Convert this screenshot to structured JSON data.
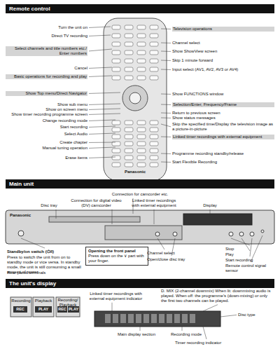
{
  "diagram": {
    "nodes": [
      {
        "text": [
          "Remote control"
        ]
      },
      {
        "text": [
          "Main unit"
        ]
      },
      {
        "text": [
          "Opening the front panel",
          "Press down on the ∨ part with your finger."
        ]
      },
      {
        "text": [
          "The unit's display"
        ]
      }
    ],
    "labels": [
      "Turn the unit on",
      "Direct TV recording",
      "Select channels and title numbers etc./ Enter numbers",
      "Cancel",
      "Basic operations for recording and play",
      "Show Top menu/Direct Navigator",
      "Show sub menu",
      "Show on screen menu",
      "Show timer recording programme screen",
      "Change recording mode",
      "Start recording",
      "Select Audio",
      "Create chapter",
      "Manual tuning operation",
      "Erase items",
      "Television operations",
      "Channel select",
      "Show ShowView screen",
      "Skip 1 minute forward",
      "Input select (AV1, AV2, AV3 or AV4)",
      "Show FUNCTIONS window",
      "Selection/Enter, Frequency/Frame",
      "Return to previous screen",
      "Show status messages",
      "Skip the specified time/Display the television image as a picture-in-picture",
      "Linked timer recordings with external equipment",
      "Programme recording standby/release",
      "Start Flexible Recording",
      "Panasonic",
      "Connection for camcorder etc.",
      "Disc tray",
      "Connection for digital video (DV) camcorder",
      "Linked timer recordings with external equipment",
      "Display",
      "Panasonic",
      "Standby/on switch (⏻/I)",
      "Press to switch the unit from on to standby mode or vice versa. In standby mode, the unit is still consuming a small amount of power.",
      "Rear panel terminals",
      "Channel select",
      "Open/close disc tray",
      "Stop",
      "Play",
      "Start recording",
      "Remote control signal sensor",
      "Recording",
      "Playback",
      "Recording/ Playback",
      "REC",
      "PLAY",
      "REC",
      "PLAY",
      "Linked timer recordings with external equipment indicator",
      "D. MIX (2-channel downmix) When lit: downmixing audio is played. When off: the programme's (down-mixing) or only the first two channels can be played.",
      "Disc type",
      "Main display section",
      "Recording mode",
      "Timer recording indicator"
    ]
  }
}
